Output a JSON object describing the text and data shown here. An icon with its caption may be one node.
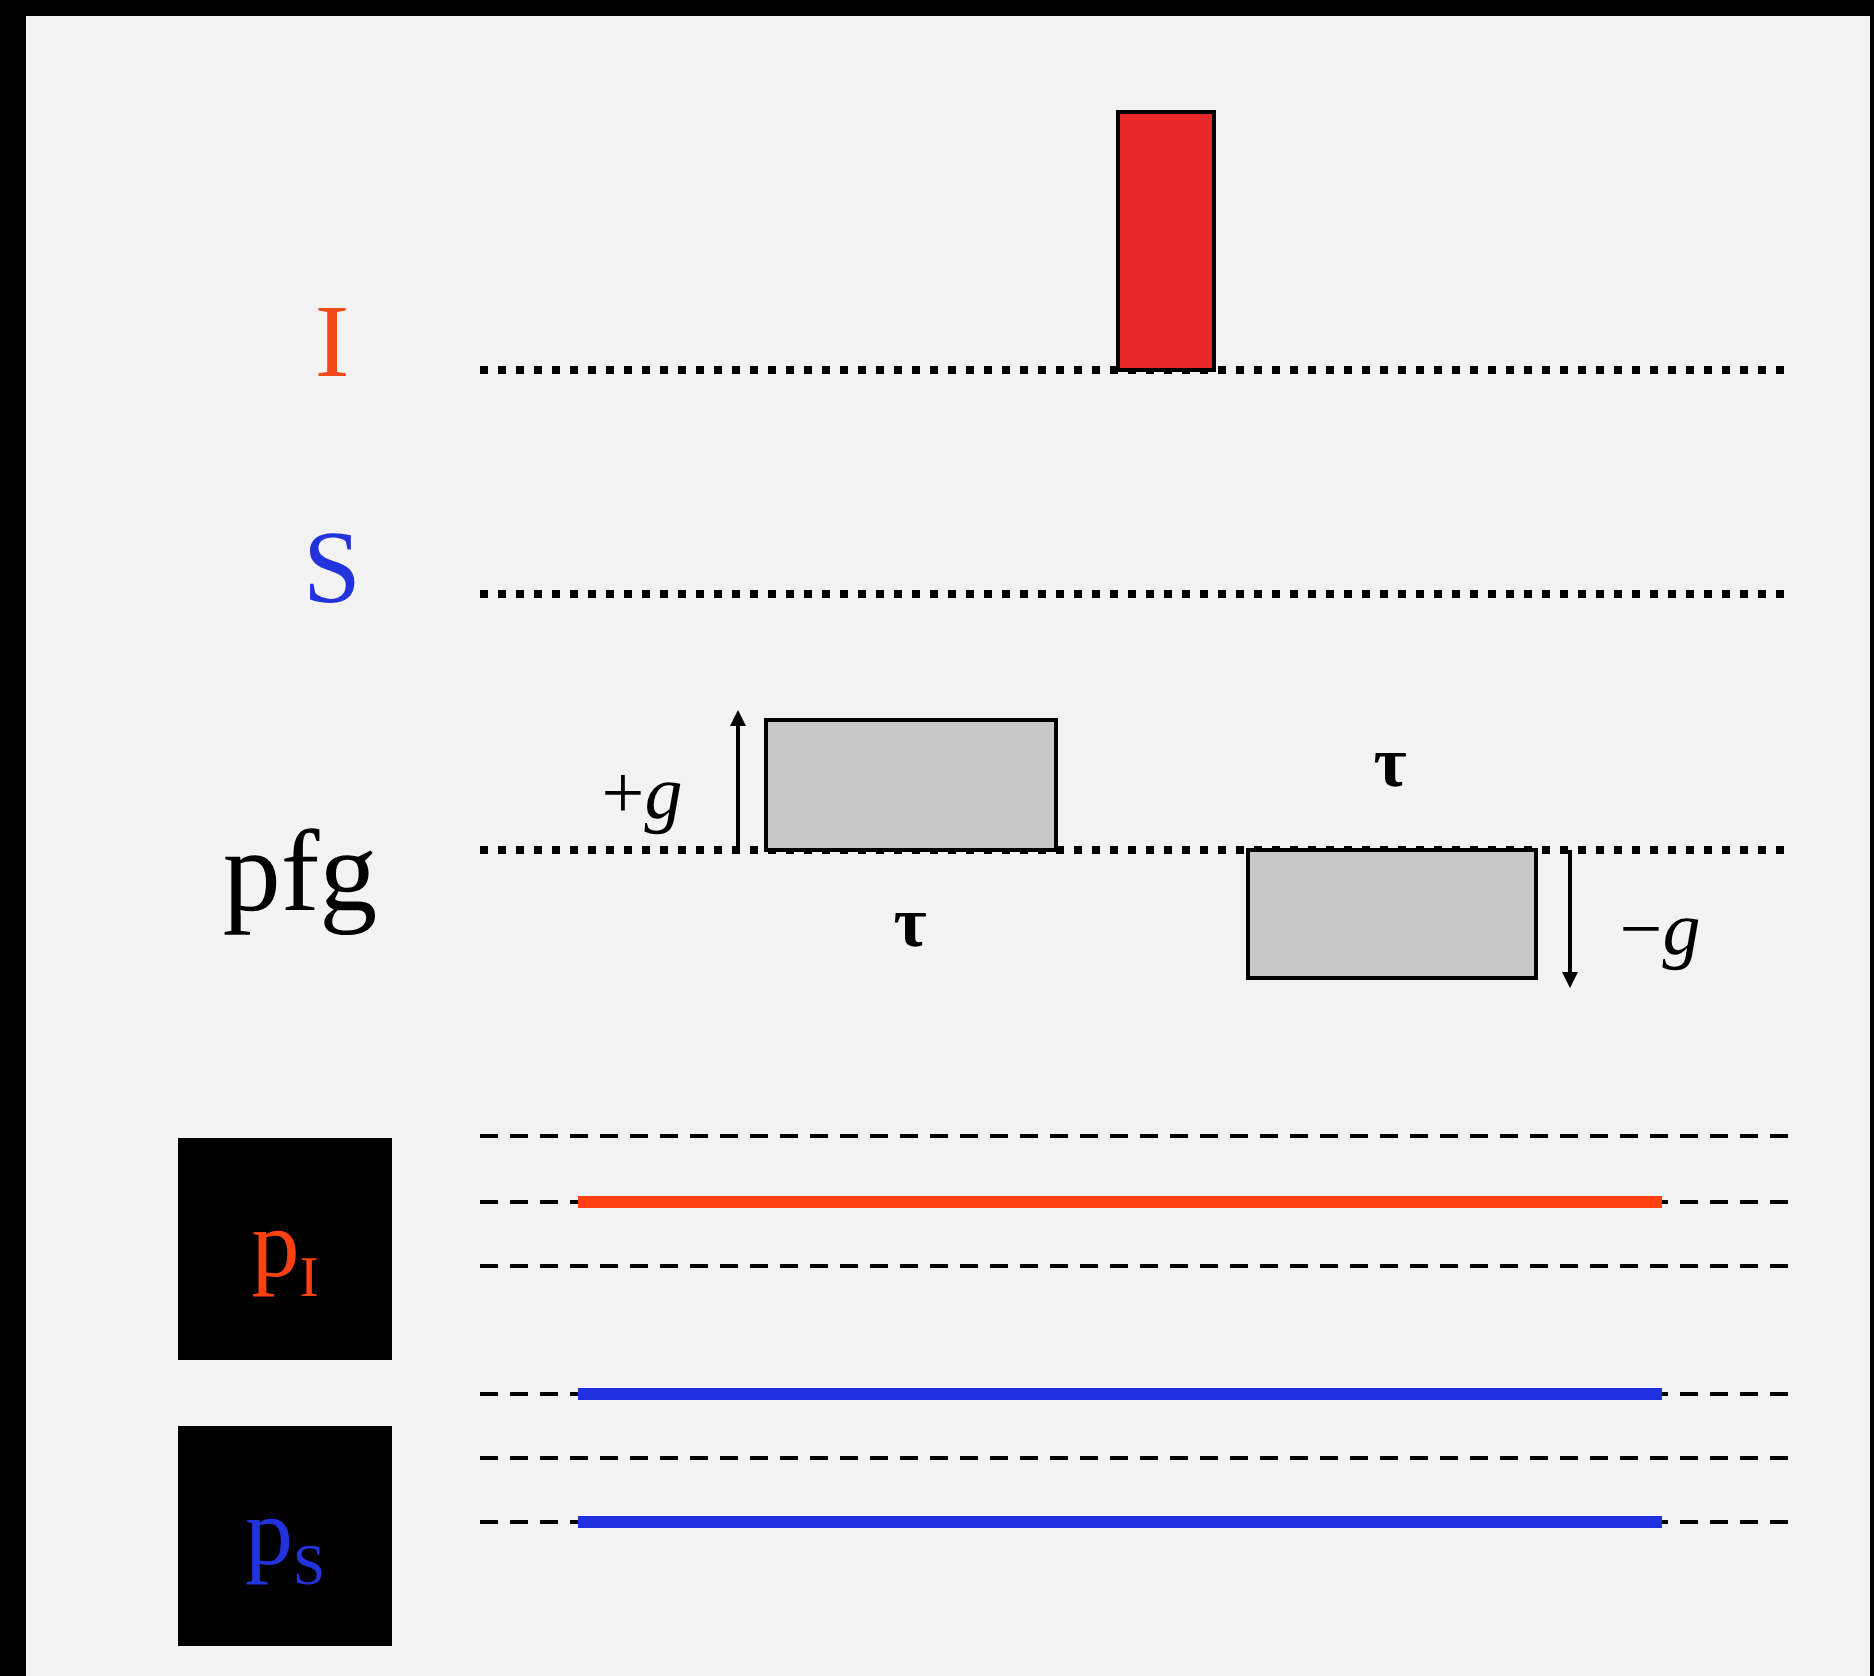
{
  "diagram": {
    "labels": [
      "I",
      "S",
      "+*g*",
      "τ",
      "pfg",
      "τ",
      "−*g*",
      "p$_{I}$",
      "p$_{S}$"
    ]
  }
}
